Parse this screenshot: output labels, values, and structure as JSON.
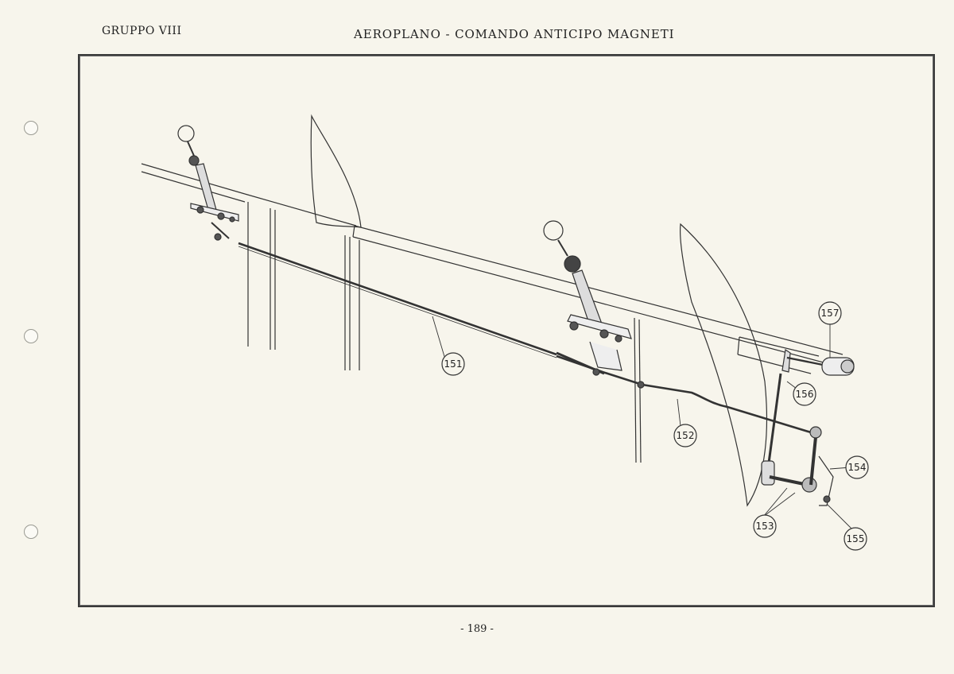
{
  "header": {
    "group": "GRUPPO VIII",
    "title": "AEROPLANO - COMANDO ANTICIPO MAGNETI"
  },
  "footer": {
    "page_number": "- 189 -"
  },
  "callouts": {
    "c151": "151",
    "c152": "152",
    "c153": "153",
    "c154": "154",
    "c155": "155",
    "c156": "156",
    "c157": "157"
  }
}
